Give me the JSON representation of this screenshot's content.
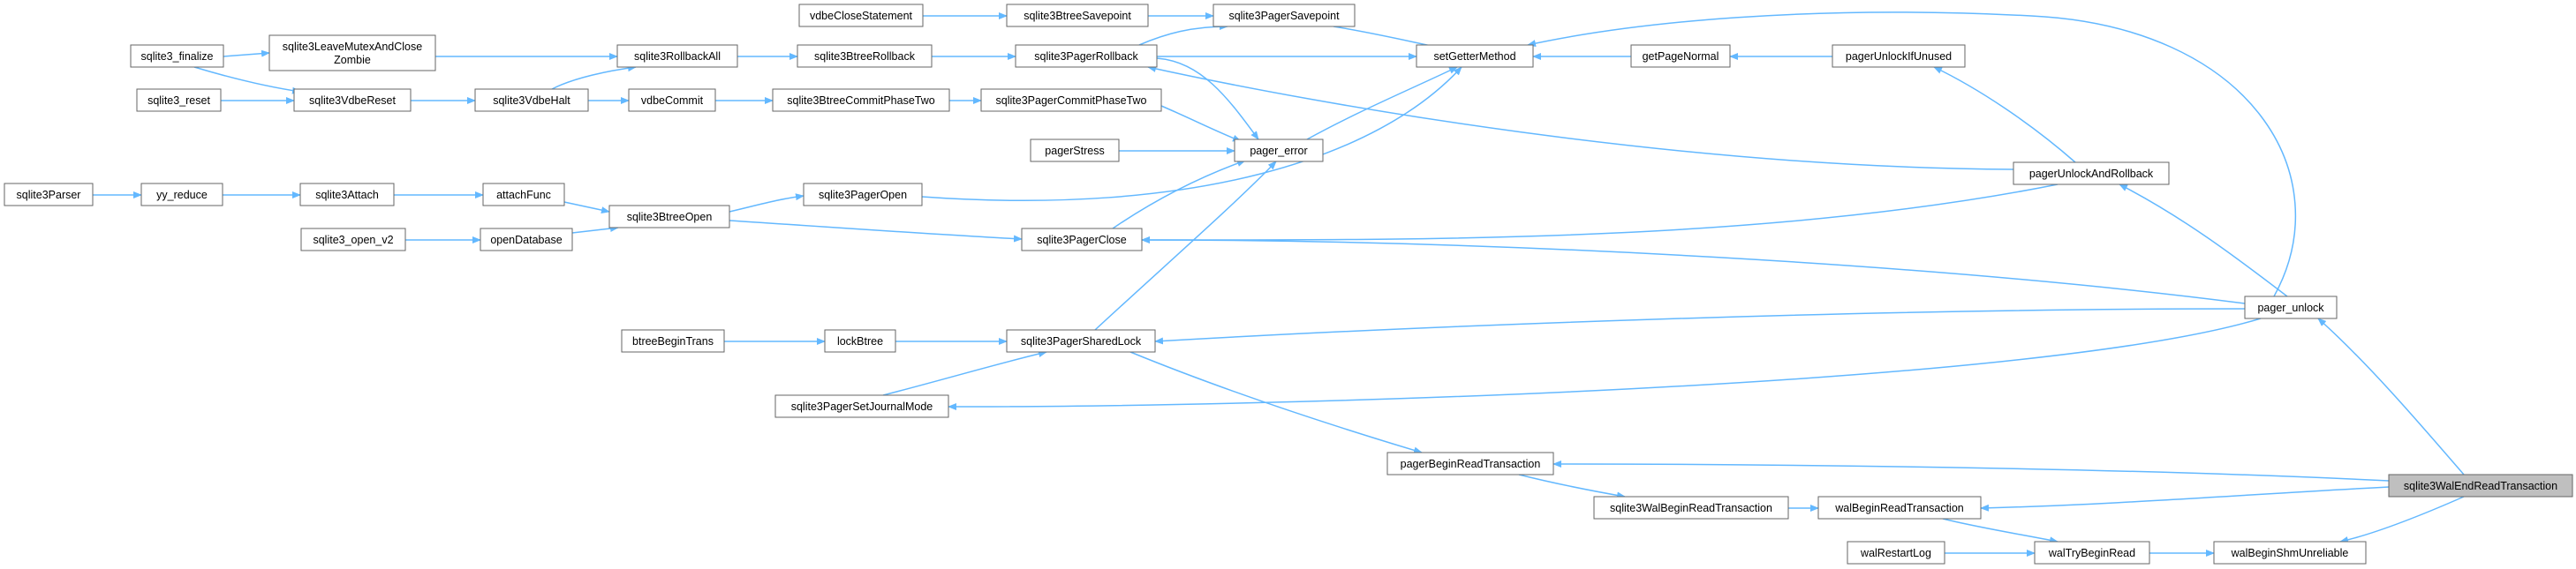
{
  "nodes": {
    "sqlite3_finalize": "sqlite3_finalize",
    "sqlite3LeaveMutexAndCloseZombie": [
      "sqlite3LeaveMutexAndClose",
      "Zombie"
    ],
    "sqlite3RollbackAll": "sqlite3RollbackAll",
    "sqlite3BtreeRollback": "sqlite3BtreeRollback",
    "sqlite3PagerRollback": "sqlite3PagerRollback",
    "vdbeCloseStatement": "vdbeCloseStatement",
    "sqlite3BtreeSavepoint": "sqlite3BtreeSavepoint",
    "sqlite3PagerSavepoint": "sqlite3PagerSavepoint",
    "setGetterMethod": "setGetterMethod",
    "getPageNormal": "getPageNormal",
    "pagerUnlockIfUnused": "pagerUnlockIfUnused",
    "sqlite3_reset": "sqlite3_reset",
    "sqlite3VdbeReset": "sqlite3VdbeReset",
    "sqlite3VdbeHalt": "sqlite3VdbeHalt",
    "vdbeCommit": "vdbeCommit",
    "sqlite3BtreeCommitPhaseTwo": "sqlite3BtreeCommitPhaseTwo",
    "sqlite3PagerCommitPhaseTwo": "sqlite3PagerCommitPhaseTwo",
    "pagerStress": "pagerStress",
    "pager_error": "pager_error",
    "pagerUnlockAndRollback": "pagerUnlockAndRollback",
    "sqlite3Parser": "sqlite3Parser",
    "yy_reduce": "yy_reduce",
    "sqlite3Attach": "sqlite3Attach",
    "attachFunc": "attachFunc",
    "sqlite3BtreeOpen": "sqlite3BtreeOpen",
    "sqlite3PagerOpen": "sqlite3PagerOpen",
    "sqlite3_open_v2": "sqlite3_open_v2",
    "openDatabase": "openDatabase",
    "sqlite3PagerClose": "sqlite3PagerClose",
    "pager_unlock": "pager_unlock",
    "btreeBeginTrans": "btreeBeginTrans",
    "lockBtree": "lockBtree",
    "sqlite3PagerSharedLock": "sqlite3PagerSharedLock",
    "sqlite3PagerSetJournalMode": "sqlite3PagerSetJournalMode",
    "pagerBeginReadTransaction": "pagerBeginReadTransaction",
    "sqlite3WalEndReadTransaction": "sqlite3WalEndReadTransaction",
    "sqlite3WalBeginReadTransaction": "sqlite3WalBeginReadTransaction",
    "walBeginReadTransaction": "walBeginReadTransaction",
    "walRestartLog": "walRestartLog",
    "walTryBeginRead": "walTryBeginRead",
    "walBeginShmUnreliable": "walBeginShmUnreliable"
  },
  "edges": [
    [
      "sqlite3_finalize",
      "sqlite3LeaveMutexAndCloseZombie"
    ],
    [
      "sqlite3_finalize",
      "sqlite3VdbeReset"
    ],
    [
      "sqlite3LeaveMutexAndCloseZombie",
      "sqlite3RollbackAll"
    ],
    [
      "sqlite3_reset",
      "sqlite3VdbeReset"
    ],
    [
      "sqlite3VdbeReset",
      "sqlite3VdbeHalt"
    ],
    [
      "sqlite3VdbeHalt",
      "sqlite3RollbackAll"
    ],
    [
      "sqlite3VdbeHalt",
      "vdbeCommit"
    ],
    [
      "sqlite3RollbackAll",
      "sqlite3BtreeRollback"
    ],
    [
      "sqlite3BtreeRollback",
      "sqlite3PagerRollback"
    ],
    [
      "vdbeCloseStatement",
      "sqlite3BtreeSavepoint"
    ],
    [
      "sqlite3BtreeSavepoint",
      "sqlite3PagerSavepoint"
    ],
    [
      "vdbeCommit",
      "sqlite3BtreeCommitPhaseTwo"
    ],
    [
      "sqlite3BtreeCommitPhaseTwo",
      "sqlite3PagerCommitPhaseTwo"
    ],
    [
      "sqlite3Parser",
      "yy_reduce"
    ],
    [
      "yy_reduce",
      "sqlite3Attach"
    ],
    [
      "sqlite3Attach",
      "attachFunc"
    ],
    [
      "attachFunc",
      "sqlite3BtreeOpen"
    ],
    [
      "sqlite3_open_v2",
      "openDatabase"
    ],
    [
      "openDatabase",
      "sqlite3BtreeOpen"
    ],
    [
      "sqlite3BtreeOpen",
      "sqlite3PagerOpen"
    ],
    [
      "sqlite3BtreeOpen",
      "sqlite3PagerClose"
    ],
    [
      "btreeBeginTrans",
      "lockBtree"
    ],
    [
      "lockBtree",
      "sqlite3PagerSharedLock"
    ],
    [
      "sqlite3PagerSetJournalMode",
      "sqlite3PagerSharedLock"
    ],
    [
      "sqlite3PagerRollback",
      "sqlite3PagerSavepoint"
    ],
    [
      "sqlite3PagerRollback",
      "pager_error"
    ],
    [
      "sqlite3PagerCommitPhaseTwo",
      "pager_error"
    ],
    [
      "pagerStress",
      "pager_error"
    ],
    [
      "sqlite3PagerClose",
      "pager_error"
    ],
    [
      "sqlite3PagerSharedLock",
      "pager_error"
    ],
    [
      "sqlite3PagerSavepoint",
      "setGetterMethod"
    ],
    [
      "sqlite3PagerRollback",
      "setGetterMethod"
    ],
    [
      "pager_error",
      "setGetterMethod"
    ],
    [
      "sqlite3PagerOpen",
      "setGetterMethod"
    ],
    [
      "getPageNormal",
      "setGetterMethod"
    ],
    [
      "pagerUnlockIfUnused",
      "getPageNormal"
    ],
    [
      "pagerUnlockAndRollback",
      "pagerUnlockIfUnused"
    ],
    [
      "pagerUnlockAndRollback",
      "sqlite3PagerRollback"
    ],
    [
      "pagerUnlockAndRollback",
      "sqlite3PagerClose"
    ],
    [
      "pager_unlock",
      "setGetterMethod"
    ],
    [
      "pager_unlock",
      "pagerUnlockAndRollback"
    ],
    [
      "pager_unlock",
      "sqlite3PagerClose"
    ],
    [
      "pager_unlock",
      "sqlite3PagerSharedLock"
    ],
    [
      "pager_unlock",
      "sqlite3PagerSetJournalMode"
    ],
    [
      "sqlite3PagerSharedLock",
      "pagerBeginReadTransaction"
    ],
    [
      "pagerBeginReadTransaction",
      "sqlite3WalBeginReadTransaction"
    ],
    [
      "sqlite3WalBeginReadTransaction",
      "walBeginReadTransaction"
    ],
    [
      "walBeginReadTransaction",
      "walTryBeginRead"
    ],
    [
      "walRestartLog",
      "walTryBeginRead"
    ],
    [
      "walTryBeginRead",
      "walBeginShmUnreliable"
    ],
    [
      "sqlite3WalEndReadTransaction",
      "pager_unlock"
    ],
    [
      "sqlite3WalEndReadTransaction",
      "pagerBeginReadTransaction"
    ],
    [
      "sqlite3WalEndReadTransaction",
      "walBeginReadTransaction"
    ],
    [
      "sqlite3WalEndReadTransaction",
      "walBeginShmUnreliable"
    ]
  ],
  "root": "sqlite3WalEndReadTransaction",
  "colors": {
    "edge": "#63B8FF",
    "node_border": "#666666",
    "root_fill": "#bfbfbf",
    "node_fill": "#ffffff"
  }
}
